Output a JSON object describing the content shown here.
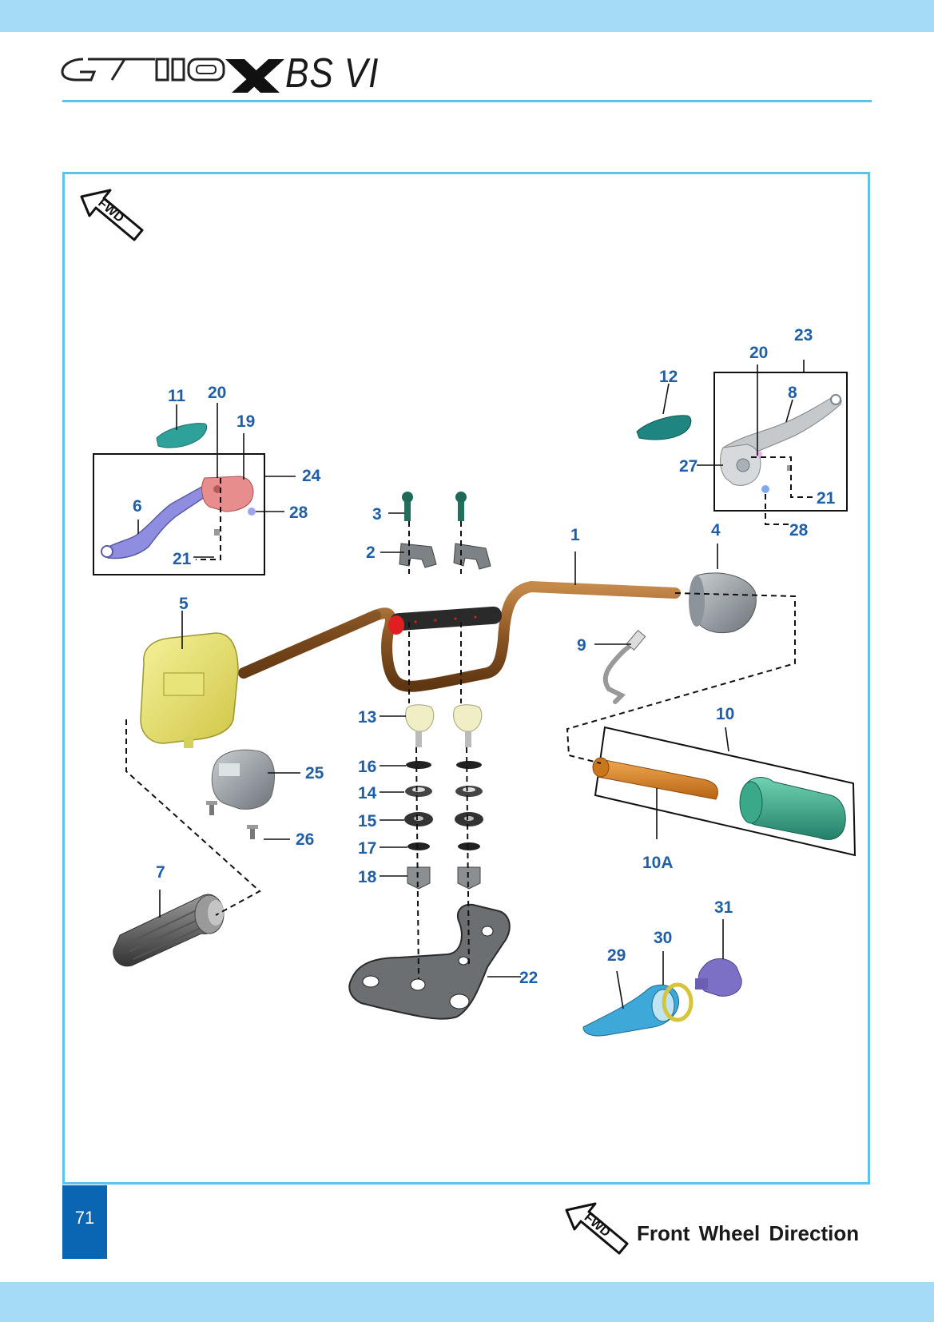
{
  "header": {
    "model": "GT 110X",
    "suffix": "BS VI"
  },
  "fwd_badge": "FWD",
  "callouts": [
    {
      "id": "c1",
      "label": "1"
    },
    {
      "id": "c2",
      "label": "2"
    },
    {
      "id": "c3",
      "label": "3"
    },
    {
      "id": "c4",
      "label": "4"
    },
    {
      "id": "c5",
      "label": "5"
    },
    {
      "id": "c6",
      "label": "6"
    },
    {
      "id": "c7",
      "label": "7"
    },
    {
      "id": "c8",
      "label": "8"
    },
    {
      "id": "c9",
      "label": "9"
    },
    {
      "id": "c10",
      "label": "10"
    },
    {
      "id": "c10a",
      "label": "10A"
    },
    {
      "id": "c11",
      "label": "11"
    },
    {
      "id": "c12",
      "label": "12"
    },
    {
      "id": "c13",
      "label": "13"
    },
    {
      "id": "c14",
      "label": "14"
    },
    {
      "id": "c15",
      "label": "15"
    },
    {
      "id": "c16",
      "label": "16"
    },
    {
      "id": "c17",
      "label": "17"
    },
    {
      "id": "c18",
      "label": "18"
    },
    {
      "id": "c19",
      "label": "19"
    },
    {
      "id": "c20l",
      "label": "20"
    },
    {
      "id": "c20r",
      "label": "20"
    },
    {
      "id": "c21l",
      "label": "21"
    },
    {
      "id": "c21r",
      "label": "21"
    },
    {
      "id": "c22",
      "label": "22"
    },
    {
      "id": "c23",
      "label": "23"
    },
    {
      "id": "c24",
      "label": "24"
    },
    {
      "id": "c25",
      "label": "25"
    },
    {
      "id": "c26",
      "label": "26"
    },
    {
      "id": "c27",
      "label": "27"
    },
    {
      "id": "c28l",
      "label": "28"
    },
    {
      "id": "c28r",
      "label": "28"
    },
    {
      "id": "c29",
      "label": "29"
    },
    {
      "id": "c30",
      "label": "30"
    },
    {
      "id": "c31",
      "label": "31"
    }
  ],
  "footer": {
    "page_number": "71",
    "legend_badge": "FWD",
    "legend_text": "Front Wheel Direction"
  },
  "colors": {
    "band": "#a6dbf5",
    "accent_line": "#5ec3ea",
    "callout": "#1f5fa8",
    "page_box": "#0a66b3"
  }
}
